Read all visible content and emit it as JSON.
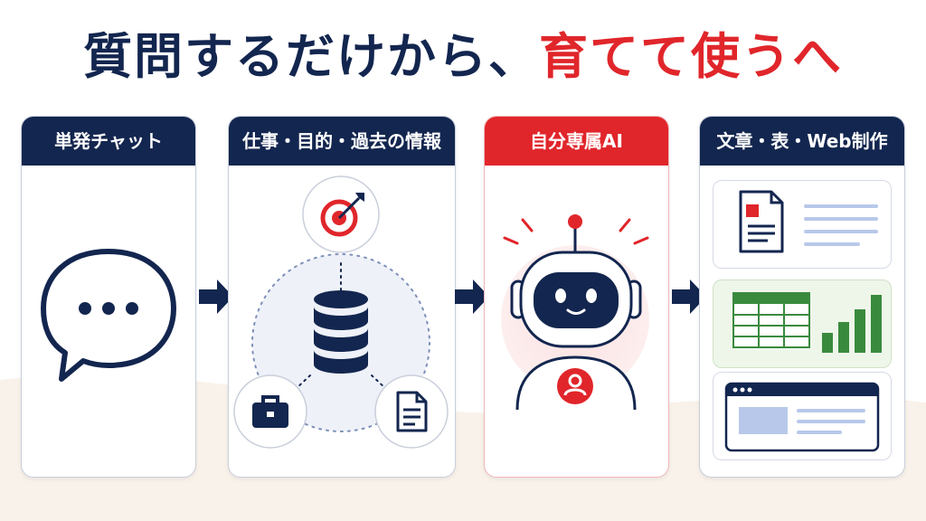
{
  "title": {
    "part1": "質問するだけから、",
    "part2": "育てて使うへ"
  },
  "colors": {
    "navy": "#13264f",
    "red": "#e0262b",
    "green": "#3a8a3e",
    "light_blue": "#b8c8ea"
  },
  "steps": [
    {
      "label": "単発チャット",
      "icon": "speech-bubble-icon"
    },
    {
      "label": "仕事・目的・過去の情報",
      "icons": [
        "target-icon",
        "database-icon",
        "briefcase-icon",
        "document-icon"
      ]
    },
    {
      "label": "自分専属AI",
      "icons": [
        "robot-icon",
        "user-icon"
      ]
    },
    {
      "label": "文章・表・Web制作",
      "icons": [
        "document-icon",
        "spreadsheet-icon",
        "bar-chart-icon",
        "browser-window-icon"
      ]
    }
  ]
}
